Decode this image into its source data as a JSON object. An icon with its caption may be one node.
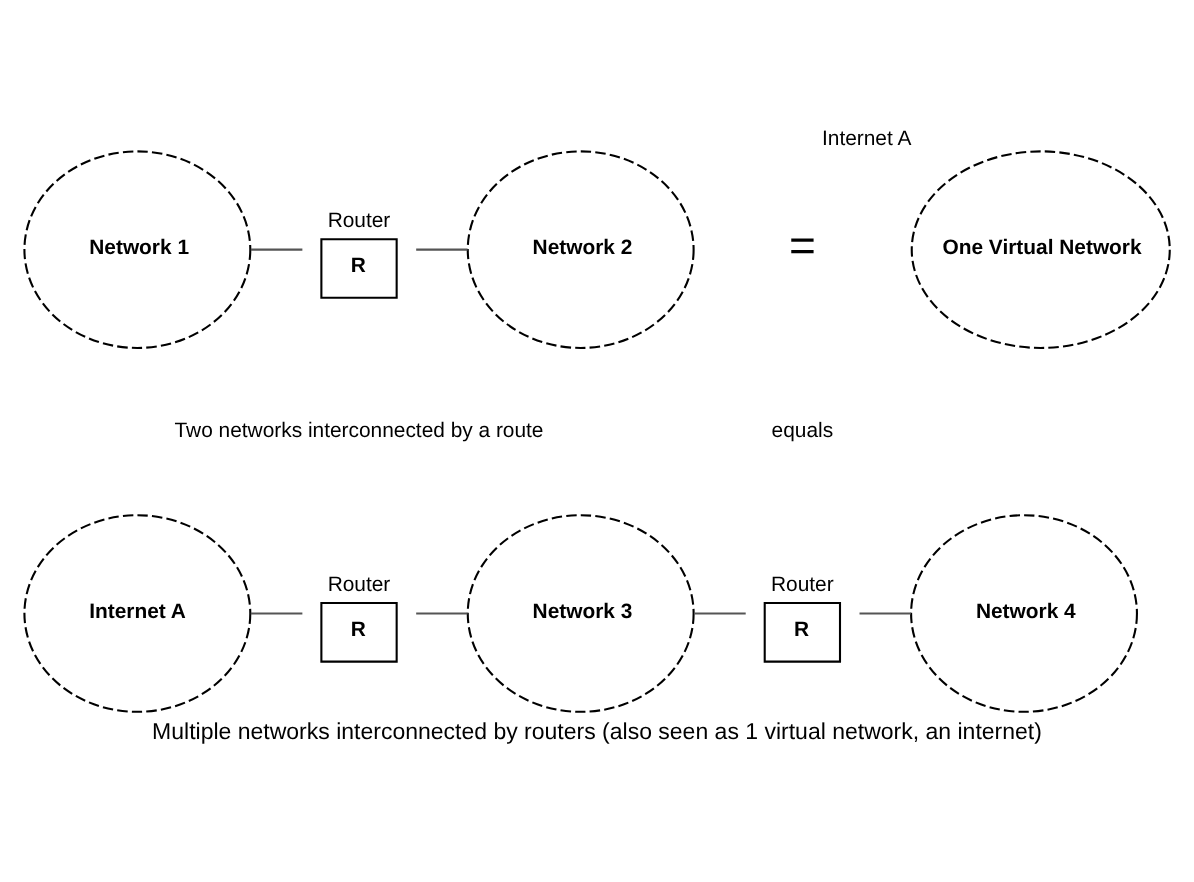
{
  "diagram": {
    "caption": "Multiple networks interconnected by routers (also seen as 1 virtual network, an internet)",
    "nodes": [
      {
        "text": [
          "Network 1"
        ]
      },
      {
        "text": [
          "R"
        ],
        "beside": [
          "Router"
        ]
      },
      {
        "text": [
          "Network 2"
        ]
      },
      {
        "text": [
          "One Virtual Network"
        ],
        "beside": [
          "Internet A"
        ]
      },
      {
        "text": [
          "Internet A"
        ]
      },
      {
        "text": [
          "R"
        ],
        "beside": [
          "Router"
        ]
      },
      {
        "text": [
          "Network 3"
        ]
      },
      {
        "text": [
          "R"
        ],
        "beside": [
          "Router"
        ]
      },
      {
        "text": [
          "Network 4"
        ]
      }
    ],
    "edges": [
      {
        "from": 0,
        "to": 1,
        "arrow": "none"
      },
      {
        "from": 1,
        "to": 2,
        "arrow": "none"
      },
      {
        "from": 4,
        "to": 5,
        "arrow": "none"
      },
      {
        "from": 5,
        "to": 6,
        "arrow": "none"
      },
      {
        "from": 6,
        "to": 7,
        "arrow": "none"
      },
      {
        "from": 7,
        "to": 8,
        "arrow": "none"
      }
    ],
    "labels": [
      "=",
      "Two networks interconnected by a route",
      "equals"
    ]
  }
}
